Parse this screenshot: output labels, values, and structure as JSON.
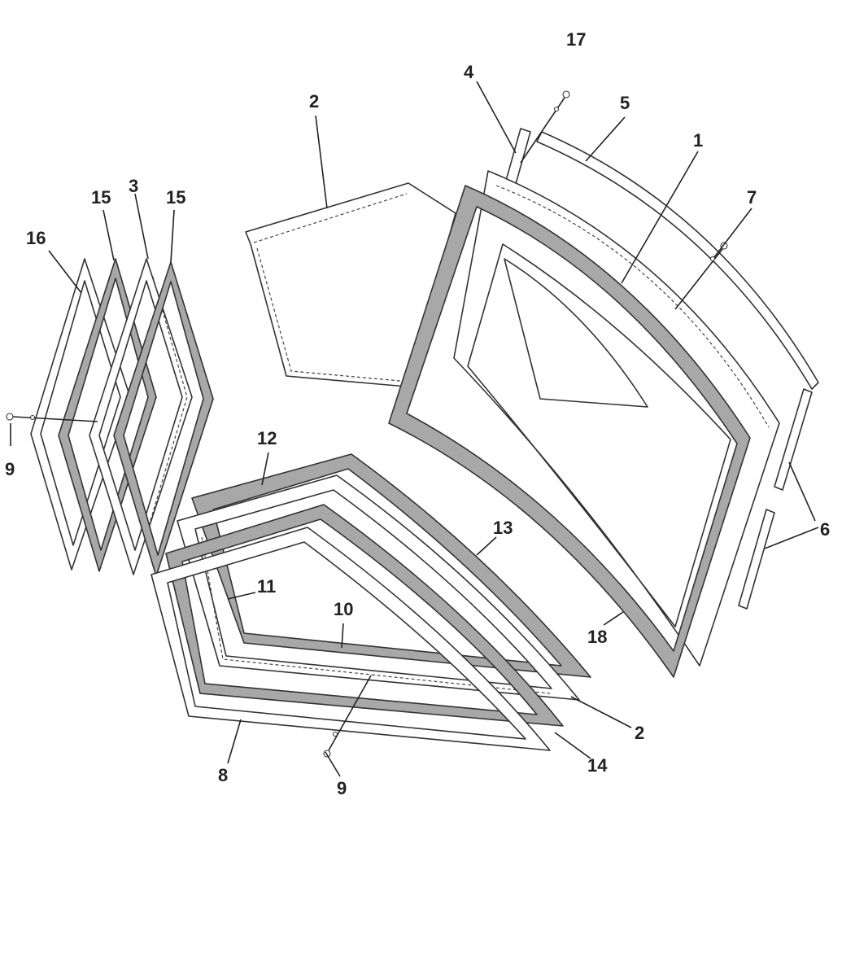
{
  "callouts": [
    {
      "id": "c1",
      "label": "1"
    },
    {
      "id": "c2a",
      "label": "2"
    },
    {
      "id": "c2b",
      "label": "2"
    },
    {
      "id": "c3",
      "label": "3"
    },
    {
      "id": "c4",
      "label": "4"
    },
    {
      "id": "c5",
      "label": "5"
    },
    {
      "id": "c6",
      "label": "6"
    },
    {
      "id": "c7",
      "label": "7"
    },
    {
      "id": "c8",
      "label": "8"
    },
    {
      "id": "c9a",
      "label": "9"
    },
    {
      "id": "c9b",
      "label": "9"
    },
    {
      "id": "c10",
      "label": "10"
    },
    {
      "id": "c11",
      "label": "11"
    },
    {
      "id": "c12",
      "label": "12"
    },
    {
      "id": "c13",
      "label": "13"
    },
    {
      "id": "c14",
      "label": "14"
    },
    {
      "id": "c15a",
      "label": "15"
    },
    {
      "id": "c15b",
      "label": "15"
    },
    {
      "id": "c16",
      "label": "16"
    },
    {
      "id": "c17",
      "label": "17"
    },
    {
      "id": "c18",
      "label": "18"
    }
  ],
  "colors": {
    "line": "#333333",
    "gasket_fill": "#a8a8a8",
    "panel_fill": "#ffffff"
  }
}
